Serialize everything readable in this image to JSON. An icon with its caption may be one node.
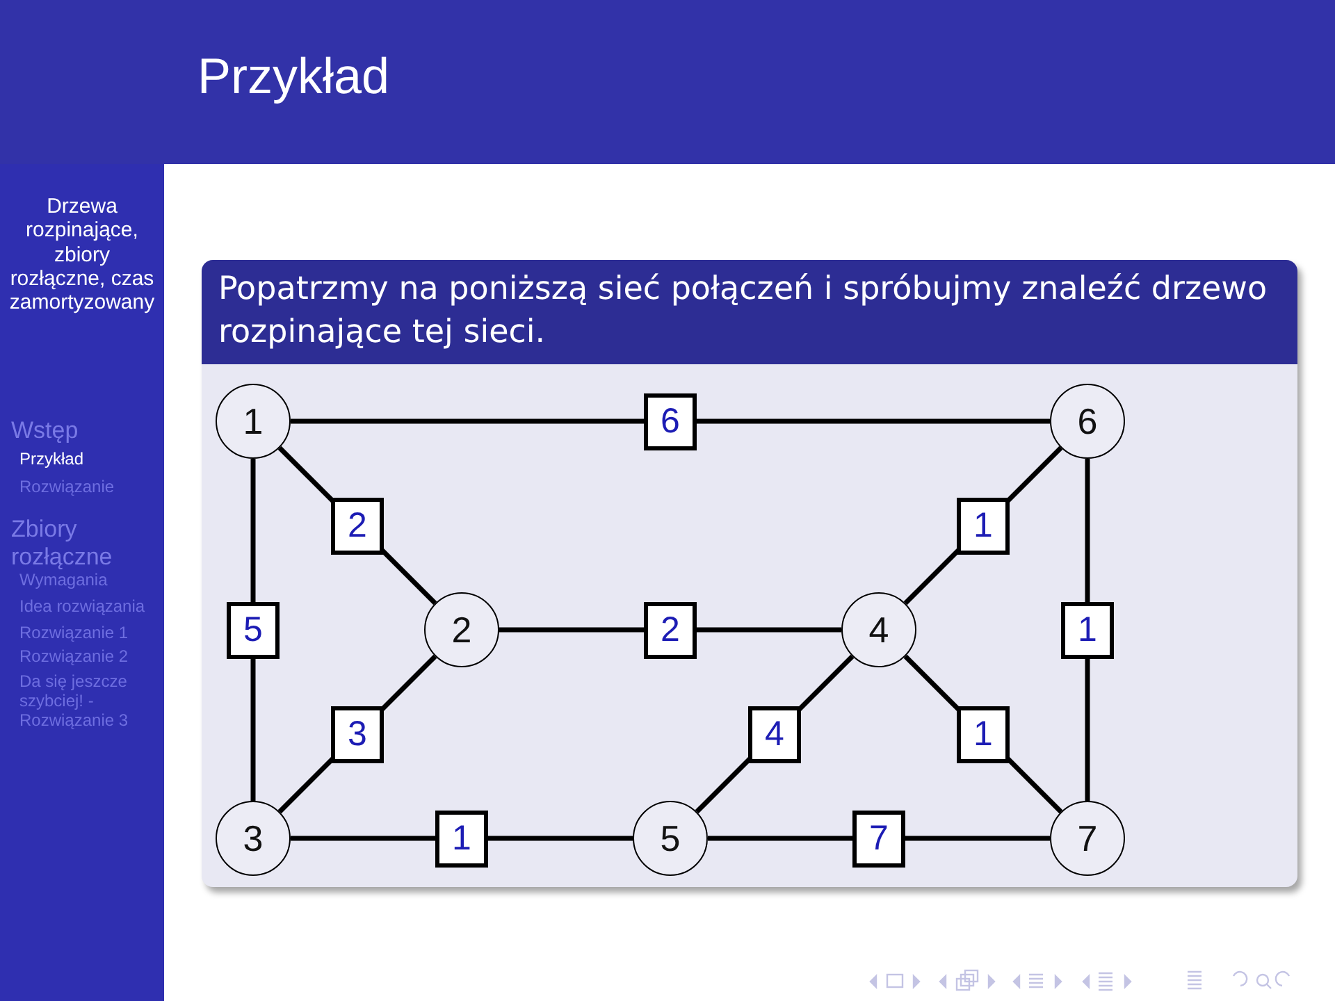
{
  "diagram": {
    "title": "Przykład",
    "nodes": [
      {
        "text": [
          "Popatrzmy na poniższą sieć połączeń i spróbujmy znaleźć drzewo rozpinające tej sieci."
        ]
      },
      {
        "text": [
          "1"
        ],
        "in": 0
      },
      {
        "text": [
          "6"
        ],
        "in": 0
      },
      {
        "text": [
          "2"
        ],
        "in": 0
      },
      {
        "text": [
          "4"
        ],
        "in": 0
      },
      {
        "text": [
          "3"
        ],
        "in": 0
      },
      {
        "text": [
          "5"
        ],
        "in": 0
      },
      {
        "text": [
          "7"
        ],
        "in": 0
      }
    ],
    "edges": [
      {
        "from": 1,
        "to": 2,
        "arrow": "none",
        "label": "6"
      },
      {
        "from": 1,
        "to": 3,
        "arrow": "none",
        "label": "2"
      },
      {
        "from": 2,
        "to": 4,
        "arrow": "none",
        "label": "1"
      },
      {
        "from": 2,
        "to": 7,
        "arrow": "none",
        "label": "1"
      },
      {
        "from": 1,
        "to": 5,
        "arrow": "none",
        "label": "5"
      },
      {
        "from": 3,
        "to": 4,
        "arrow": "none",
        "label": "2"
      },
      {
        "from": 3,
        "to": 5,
        "arrow": "none",
        "label": "3"
      },
      {
        "from": 4,
        "to": 6,
        "arrow": "none",
        "label": "4"
      },
      {
        "from": 4,
        "to": 7,
        "arrow": "none",
        "label": "1"
      },
      {
        "from": 5,
        "to": 6,
        "arrow": "none",
        "label": "1"
      },
      {
        "from": 6,
        "to": 7,
        "arrow": "none",
        "label": "7"
      }
    ],
    "labels": [
      "Drzewa rozpinające, zbiory rozłączne, czas zamortyzowany",
      "Wstęp",
      "Przykład",
      "Rozwiązanie",
      "Zbiory rozłączne",
      "Wymagania",
      "Idea rozwiązania",
      "Rozwiązanie 1",
      "Rozwiązanie 2",
      "Da się jeszcze szybciej! - Rozwiązanie 3"
    ]
  }
}
